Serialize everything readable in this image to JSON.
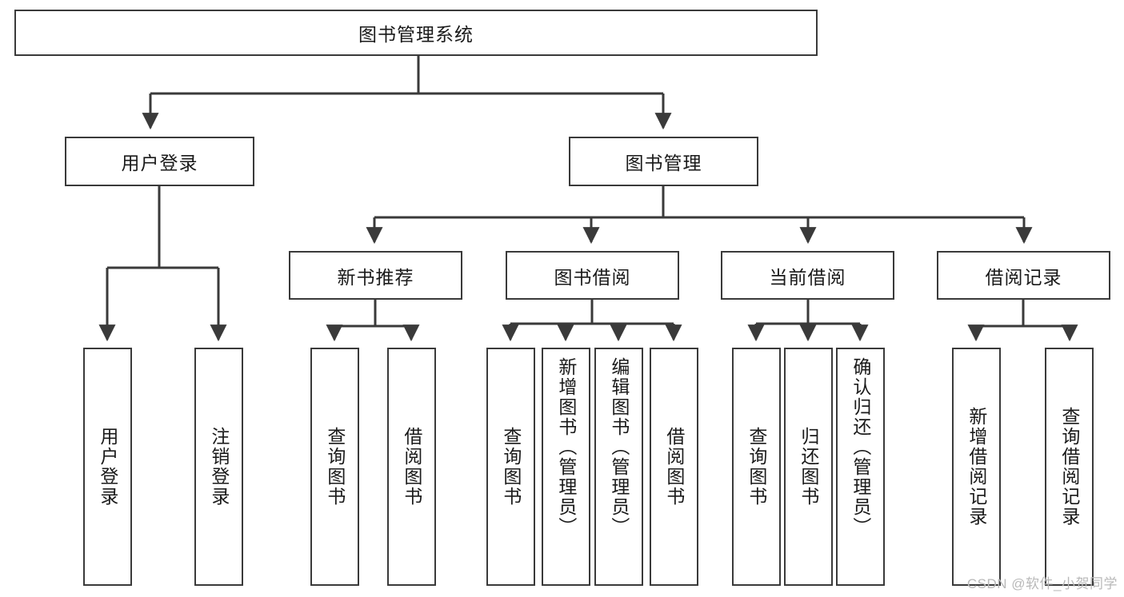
{
  "diagram": {
    "title": "图书管理系统",
    "watermark": "CSDN @软件_小贺同学",
    "colors": {
      "stroke": "#3a3a3a",
      "background": "#ffffff",
      "text": "#1a1a1a",
      "watermark": "#b9b9b9"
    },
    "levels": {
      "root": {
        "label": "图书管理系统"
      },
      "level2": [
        {
          "label": "用户登录"
        },
        {
          "label": "图书管理"
        }
      ],
      "level3": [
        {
          "label": "新书推荐"
        },
        {
          "label": "图书借阅"
        },
        {
          "label": "当前借阅"
        },
        {
          "label": "借阅记录"
        }
      ],
      "leaves_user_login": [
        {
          "label": "用户登录"
        },
        {
          "label": "注销登录"
        }
      ],
      "leaves_new_book": [
        {
          "label": "查询图书"
        },
        {
          "label": "借阅图书"
        }
      ],
      "leaves_book_borrow": [
        {
          "label": "查询图书"
        },
        {
          "label": "新增图书（管理员）"
        },
        {
          "label": "编辑图书（管理员）"
        },
        {
          "label": "借阅图书"
        }
      ],
      "leaves_current_borrow": [
        {
          "label": "查询图书"
        },
        {
          "label": "归还图书"
        },
        {
          "label": "确认归还（管理员）"
        }
      ],
      "leaves_borrow_record": [
        {
          "label": "新增借阅记录"
        },
        {
          "label": "查询借阅记录"
        }
      ]
    }
  }
}
